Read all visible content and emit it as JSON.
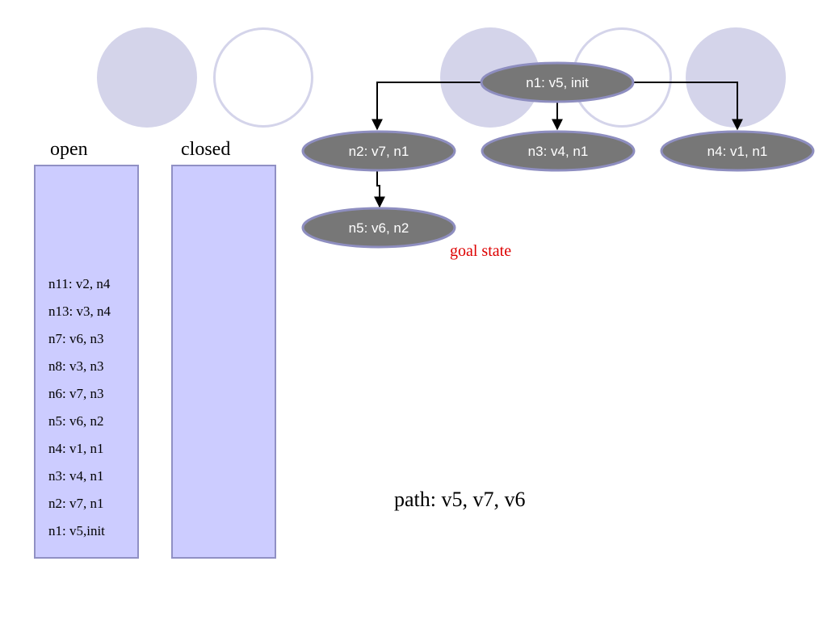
{
  "lists": {
    "open_label": "open",
    "closed_label": "closed",
    "open_items": [
      "n11: v2, n4",
      "n13: v3, n4",
      "n7: v6, n3",
      "n8: v3, n3",
      "n6: v7, n3",
      "n5: v6, n2",
      "n4: v1, n1",
      "n3: v4, n1",
      "n2: v7, n1",
      "n1: v5,init"
    ],
    "closed_items": []
  },
  "tree": {
    "nodes": [
      {
        "id": "n1",
        "label": "n1: v5, init"
      },
      {
        "id": "n2",
        "label": "n2: v7, n1"
      },
      {
        "id": "n3",
        "label": "n3: v4, n1"
      },
      {
        "id": "n4",
        "label": "n4: v1, n1"
      },
      {
        "id": "n5",
        "label": "n5: v6, n2"
      }
    ],
    "edges": [
      {
        "from": "n1",
        "to": "n2"
      },
      {
        "from": "n1",
        "to": "n3"
      },
      {
        "from": "n1",
        "to": "n4"
      },
      {
        "from": "n2",
        "to": "n5"
      }
    ]
  },
  "goal_label": "goal state",
  "path_text": "path: v5, v7, v6",
  "colors": {
    "node_fill": "#777777",
    "node_stroke": "#8e8ec0",
    "list_fill": "#ccccff",
    "goal_text": "#dd0000",
    "decoration": "#d4d4ea"
  }
}
